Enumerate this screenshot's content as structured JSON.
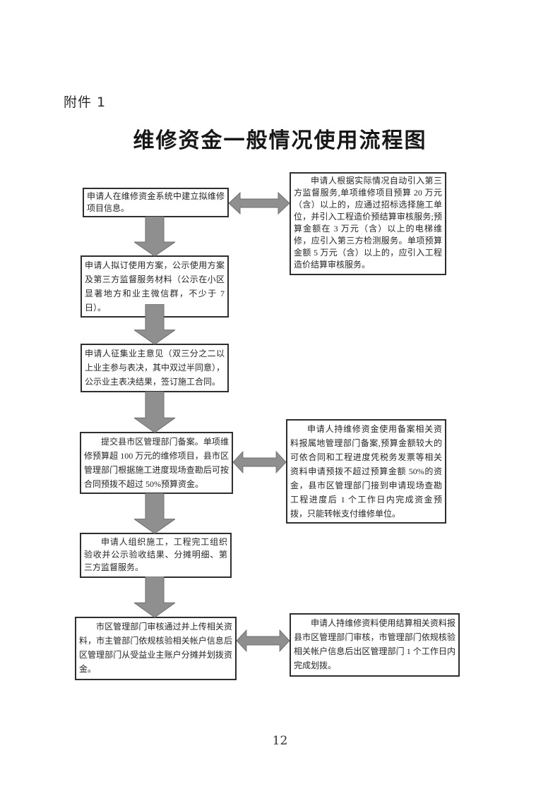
{
  "page": {
    "attachment_label": "附件 1",
    "title": "维修资金一般情况使用流程图",
    "page_number": "12"
  },
  "flowchart": {
    "left_steps": [
      {
        "text": "申请人在维修资金系统中建立拟维修项目信息。"
      },
      {
        "text": "申请人拟订使用方案，公示使用方案及第三方监督服务材料（公示在小区显著地方和业主微信群，不少于 7 日）。"
      },
      {
        "text": "申请人征集业主意见（双三分之二以上业主参与表决，其中双过半同意），公示业主表决结果，签订施工合同。"
      },
      {
        "text": "提交县市区管理部门备案。单项维修预算超 100 万元的维修项目，县市区管理部门根据施工进度现场查勘后可按合同预拨不超过 50%预算资金。"
      },
      {
        "text": "申请人组织施工，工程完工组织验收并公示验收结果、分摊明细、第三方监督服务。"
      },
      {
        "text": "市区管理部门审核通过并上传相关资料，市主管部门依规核验相关帐户信息后区管理部门从受益业主账户分摊并划拨资金。"
      }
    ],
    "right_notes": [
      {
        "text": "申请人根据实际情况自动引入第三方监督服务,单项维修项目预算 20 万元（含）以上的，应通过招标选择施工单位，并引入工程造价预结算审核服务;预算金额在 3 万元（含）以上的电梯维修，应引入第三方检测服务。单项预算金额 5 万元（含）以上的，应引入工程造价结算审核服务。"
      },
      {
        "text": "申请人持维修资金使用备案相关资料报属地管理部门备案,预算金额较大的可依合同和工程进度凭税务发票等相关资料申请预拨不超过预算金额 50%的资金，县市区管理部门接到申请现场查勘工程进度后 1 个工作日内完成资金预拨，只能转帐支付维修单位。"
      },
      {
        "text": "申请人持维修资料使用结算相关资料报县市区管理部门审核，市管理部门依规核验相关帐户信息后出区管理部门 1 个工作日内完成划拨。"
      }
    ]
  },
  "colors": {
    "arrow_fill": "#8f8f8f",
    "arrow_edge": "#6e6e6e",
    "box_border": "#2e2e2e",
    "text": "#262626",
    "page_background": "#ffffff"
  }
}
